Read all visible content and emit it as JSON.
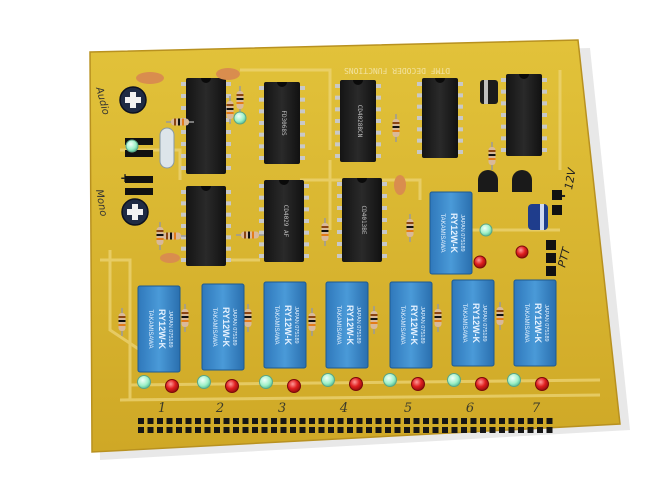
{
  "board": {
    "title_silkscreen": "DTMF DECODER FUNCTIONS",
    "audio_label": "Audio",
    "mono_label": "Mono",
    "plus_label": "+",
    "minus_label": "-",
    "power_label": "12V",
    "ptt_label": "PTT",
    "channel_numbers": [
      "1",
      "2",
      "3",
      "4",
      "5",
      "6",
      "7"
    ]
  },
  "relays": {
    "brand": "TAKAMISAWA",
    "model": "RY12W-K",
    "origin": "JAPAN 075189"
  },
  "chips": {
    "top_1": "FD3068S",
    "top_2": "CD4028BCN",
    "mid_1": "CD4029 AF",
    "mid_2": "CD4013BE"
  },
  "colors": {
    "pcb": "#d9b62c",
    "pcb_edge": "#c9a322",
    "ic_body": "#1c1c1c",
    "relay_body": "#3f8fd0",
    "led_red": "#e02020",
    "led_green": "#9ff0c8",
    "trace": "#e5c95a"
  }
}
